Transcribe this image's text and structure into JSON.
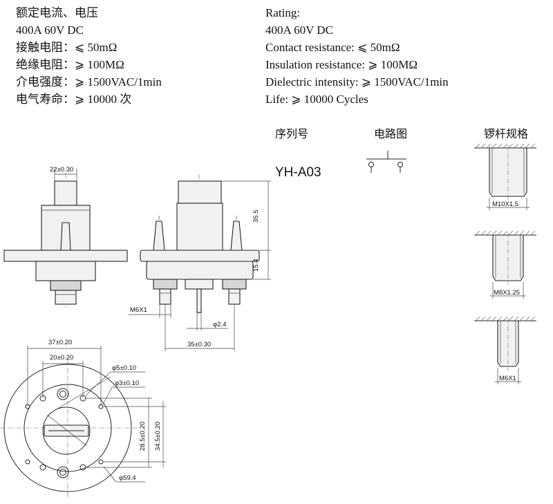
{
  "specs_cn": [
    "额定电流、电压",
    "400A 60V DC",
    "接触电阻：⩽ 50mΩ",
    "绝缘电阻：⩾ 100MΩ",
    "介电强度：⩾ 1500VAC/1min",
    "电气寿命：⩾ 10000 次"
  ],
  "specs_en": [
    "Rating:",
    "400A 60V DC",
    "Contact resistance: ⩽ 50mΩ",
    "Insulation resistance: ⩾ 100MΩ",
    "Dielectric intensity: ⩾ 1500VAC/1min",
    "Life: ⩾ 10000 Cycles"
  ],
  "headers": {
    "serial_no": "序列号",
    "circuit_diagram": "电路图",
    "shaft_spec": "锣杆规格"
  },
  "model": "YH-A03",
  "dimensions": {
    "width_22": "22±0.30",
    "height_35_5": "35.5",
    "height_15_4": "15.4",
    "thread_m6": "M6X1",
    "pin_dia": "φ2.4",
    "spacing_35": "35±0.30",
    "width_37": "37±0.20",
    "width_20": "20±0.20",
    "hole_5": "φ5±0.10",
    "hole_3": "φ3±0.10",
    "height_28_5": "28.5±0.20",
    "height_34_5": "34.5±0.20",
    "dia_59_4": "φ59.4"
  },
  "shaft_threads": [
    "M10X1.5",
    "M8X1.25",
    "M6X1"
  ]
}
